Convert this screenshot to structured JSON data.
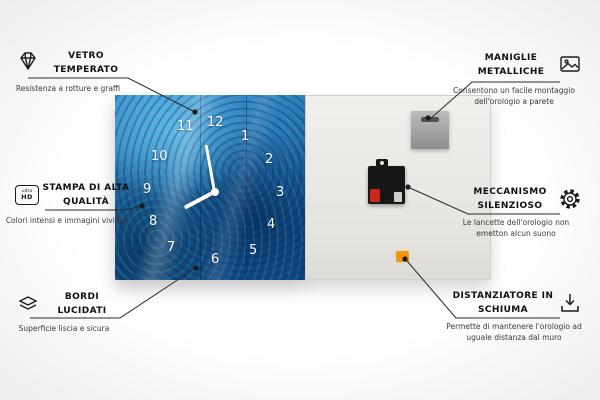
{
  "colors": {
    "accent_blue": "#2a72b2",
    "foam_orange": "#f2960f",
    "battery_red": "#c9281c",
    "line": "#2a2a2a"
  },
  "clock": {
    "numbers": [
      "12",
      "11",
      "1",
      "10",
      "2",
      "9",
      "3",
      "8",
      "4",
      "7",
      "5",
      "6"
    ]
  },
  "callouts": {
    "vetro": {
      "title": "VETRO TEMPERATO",
      "desc": "Resistenza a rotture e graffi",
      "icon": "diamond-icon"
    },
    "stampa": {
      "title": "STAMPA DI ALTA QUALITÀ",
      "desc": "Colori intensi e immagini vivide",
      "icon": "ultra-hd-icon",
      "badge_line1": "ultra",
      "badge_line2": "HD"
    },
    "bordi": {
      "title": "BORDI LUCIDATI",
      "desc": "Superficie liscia e sicura",
      "icon": "layers-icon"
    },
    "maniglie": {
      "title": "MANIGLIE METALLICHE",
      "desc": "Consentono un facile montaggio dell'orologio a parete",
      "icon": "picture-icon"
    },
    "meccanismo": {
      "title": "MECCANISMO SILENZIOSO",
      "desc": "Le lancette dell'orologio non emetton alcun suono",
      "icon": "gear-icon"
    },
    "distanziatore": {
      "title": "DISTANZIATORE IN SCHIUMA",
      "desc": "Permette di mantenere l'orologio ad uguale distanza dal muro",
      "icon": "arrow-down-icon"
    }
  }
}
